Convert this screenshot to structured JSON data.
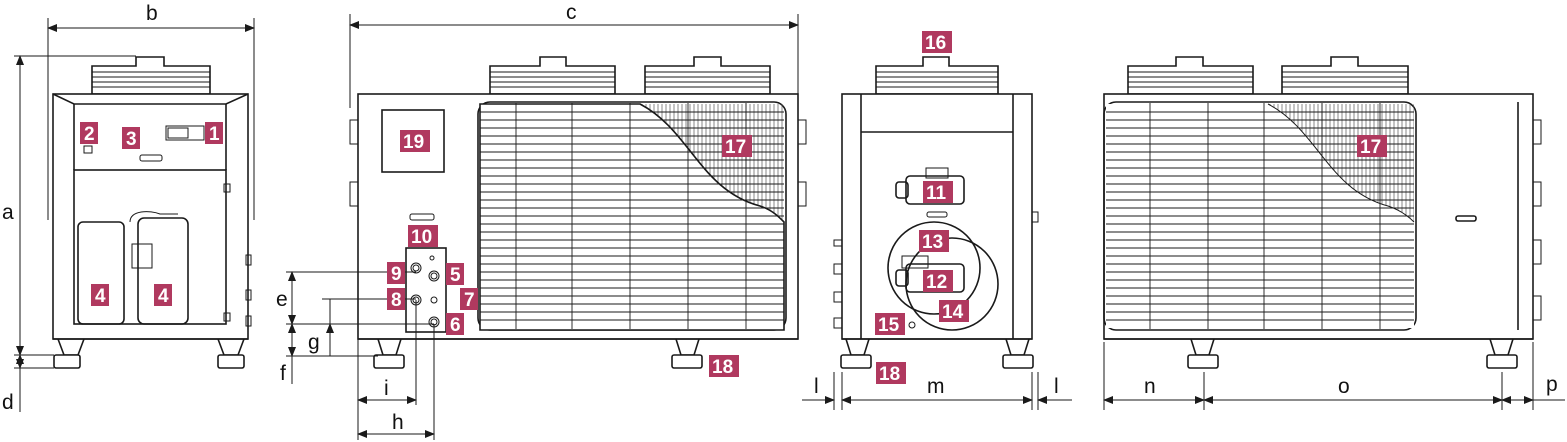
{
  "dimensions": {
    "a": "a",
    "b": "b",
    "c": "c",
    "d": "d",
    "e": "e",
    "f": "f",
    "g": "g",
    "h": "h",
    "i": "i",
    "l": "l",
    "m": "m",
    "n": "n",
    "o": "o",
    "p": "p"
  },
  "callouts": {
    "n1": "1",
    "n2": "2",
    "n3": "3",
    "n4": "4",
    "n5": "5",
    "n6": "6",
    "n7": "7",
    "n8": "8",
    "n9": "9",
    "n10": "10",
    "n11": "11",
    "n12": "12",
    "n13": "13",
    "n14": "14",
    "n15": "15",
    "n16": "16",
    "n17": "17",
    "n18": "18",
    "n19": "19"
  },
  "colors": {
    "badge": "#b0395f",
    "line": "#1a1a1a",
    "background": "#ffffff"
  }
}
